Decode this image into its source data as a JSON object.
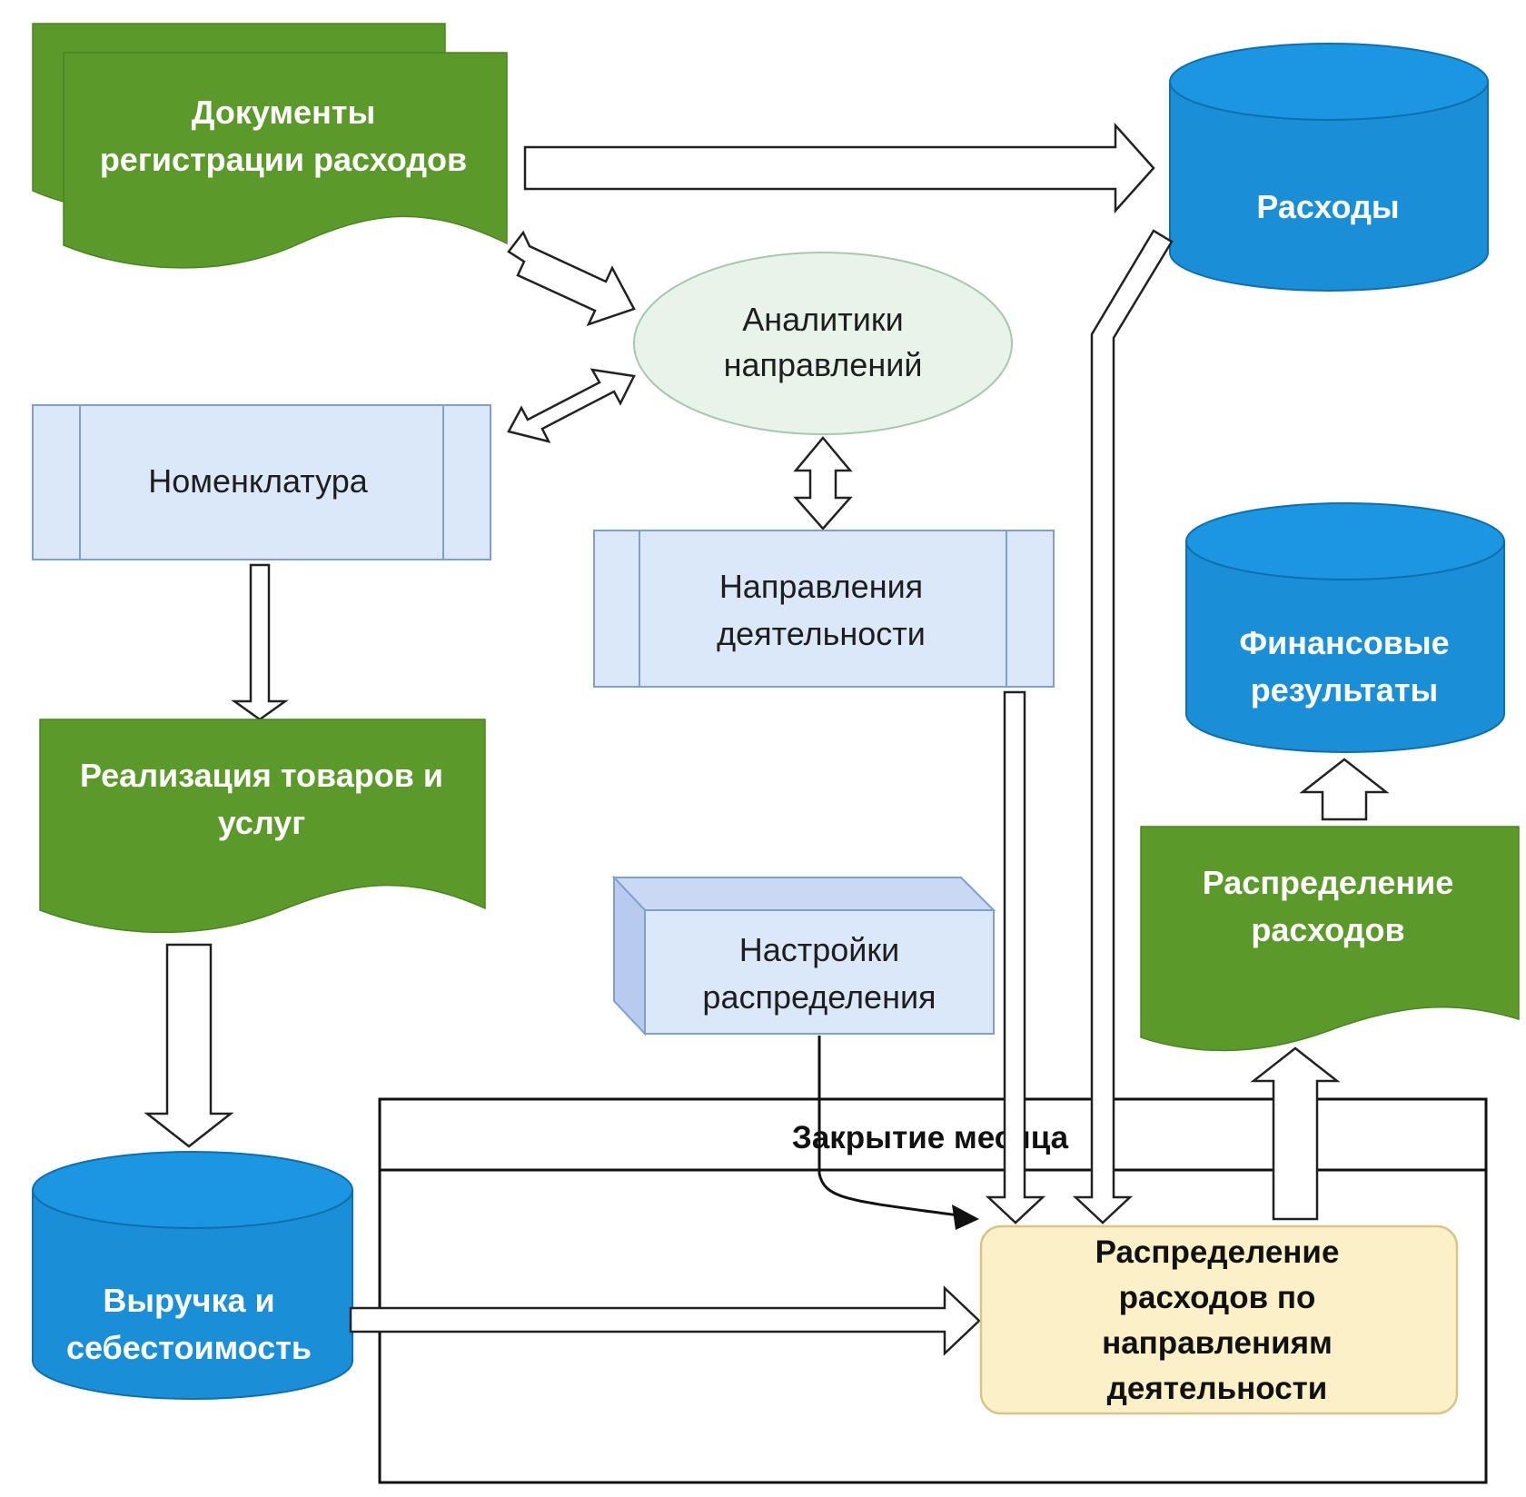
{
  "nodes": {
    "documents": {
      "line1": "Документы",
      "line2": "регистрации расходов"
    },
    "expenses": {
      "label": "Расходы"
    },
    "analytics": {
      "line1": "Аналитики",
      "line2": "направлений"
    },
    "nomenclature": {
      "label": "Номенклатура"
    },
    "directions": {
      "line1": "Направления",
      "line2": "деятельности"
    },
    "sales": {
      "line1": "Реализация товаров и",
      "line2": "услуг"
    },
    "settings": {
      "line1": "Настройки",
      "line2": "распределения"
    },
    "financial_results": {
      "line1": "Финансовые",
      "line2": "результаты"
    },
    "distribution_doc": {
      "line1": "Распределение",
      "line2": "расходов"
    },
    "revenue": {
      "line1": "Выручка и",
      "line2": "себестоимость"
    },
    "month_close": {
      "label": "Закрытие месяца"
    },
    "allocation": {
      "line1": "Распределение",
      "line2": "расходов по",
      "line3": "направлениям",
      "line4": "деятельности"
    }
  },
  "colors": {
    "green": "#5b9a2a",
    "blue": "#1a8fd8",
    "light_blue": "#dbe8fa",
    "ellipse": "#e8f3ea",
    "highlight": "#fbf0c8"
  }
}
